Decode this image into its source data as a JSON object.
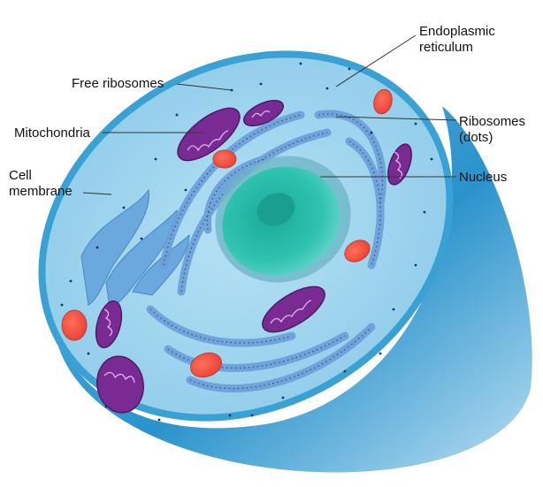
{
  "labels": {
    "endoplasmic_reticulum": [
      "Endoplasmic",
      "reticulum"
    ],
    "free_ribosomes": "Free ribosomes",
    "mitochondria": "Mitochondria",
    "cell_membrane": [
      "Cell",
      "membrane"
    ],
    "ribosomes": [
      "Ribosomes",
      "(dots)"
    ],
    "nucleus": "Nucleus"
  },
  "colors": {
    "cytoplasm": "#9fd5ee",
    "cell_body": "#1e8cc4",
    "nucleus": "#2fbfae",
    "mitochondria": "#7a2b93",
    "lysosome": "#ee5a48",
    "er": "#5d9bd6"
  }
}
